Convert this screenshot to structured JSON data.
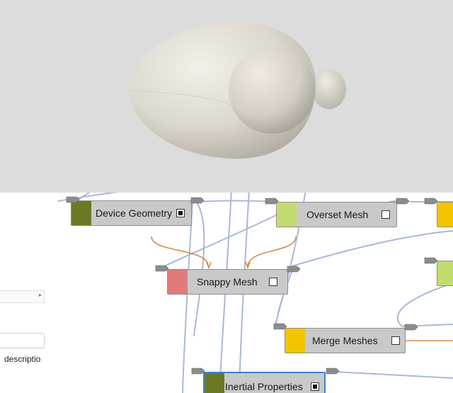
{
  "viewport": {
    "background": "#dcdcdc",
    "model_color": "#ddd9cf"
  },
  "left_panel": {
    "description_label": "descriptio"
  },
  "graph": {
    "wire_blue": "#a9b8d8",
    "wire_orange": "#d88a4a",
    "nodes": [
      {
        "id": "device-geometry",
        "label": "Device Geometry",
        "color": "#6b7a22",
        "checked": true
      },
      {
        "id": "overset-mesh",
        "label": "Overset Mesh",
        "color": "#c3dc6e",
        "checked": false
      },
      {
        "id": "snappy-mesh",
        "label": "Snappy Mesh",
        "color": "#e07b7b",
        "checked": false
      },
      {
        "id": "merge-meshes",
        "label": "Merge Meshes",
        "color": "#f5c400",
        "checked": false
      },
      {
        "id": "inertial-properties",
        "label": "Inertial Properties",
        "color": "#6b7a22",
        "checked": true,
        "selected": true
      }
    ],
    "offscreen_nodes": [
      {
        "id": "offscreen-yellow",
        "color": "#f5c400"
      },
      {
        "id": "offscreen-green",
        "color": "#c3dc6e"
      }
    ]
  }
}
